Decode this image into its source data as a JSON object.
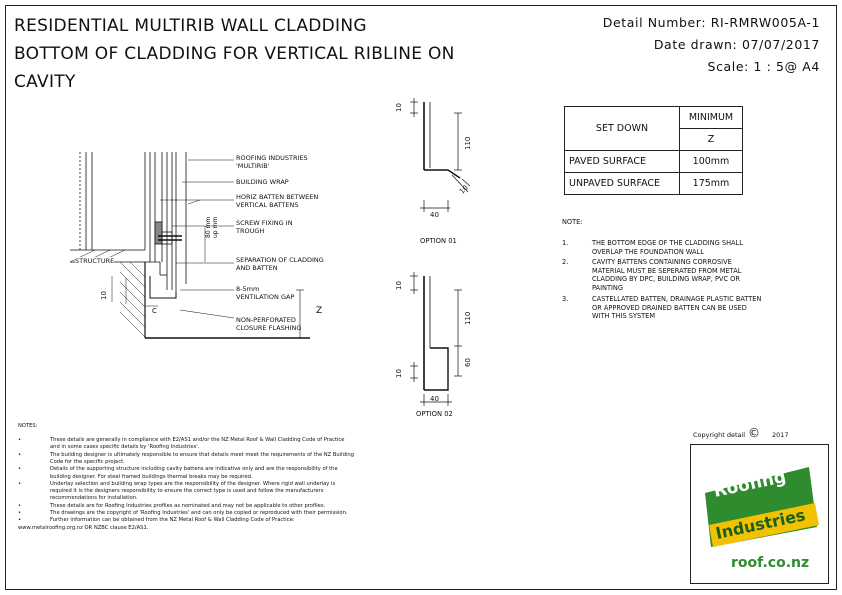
{
  "title": {
    "line1": "RESIDENTIAL MULTIRIB WALL CLADDING",
    "line2": "BOTTOM OF CLADDING FOR VERTICAL RIBLINE ON",
    "line3": "CAVITY"
  },
  "meta": {
    "detail_number": "Detail Number:  RI-RMRW005A-1",
    "date_drawn": "Date drawn:  07/07/2017",
    "scale": "Scale:    1 : 5@ A4"
  },
  "section_labels": {
    "roofing_multirib_1": "ROOFING INDUSTRIES",
    "roofing_multirib_2": "'MULTIRIB'",
    "building_wrap": "BUILDING WRAP",
    "batten_1": "HORIZ BATTEN BETWEEN",
    "batten_2": "VERTICAL BATTENS",
    "screw_1": "SCREW FIXING IN",
    "screw_2": "TROUGH",
    "separation_1": "SEPARATION OF CLADDING",
    "separation_2": "AND BATTEN",
    "vent_1": "8-5mm",
    "vent_2": "VENTILATION GAP",
    "flashing_1": "NON-PERFORATED",
    "flashing_2": "CLOSURE FLASHING",
    "structure": "STRUCTURE",
    "dim_80mm": "80 mm",
    "dim_up": "up mm",
    "dim_z": "Z",
    "dim_10": "10",
    "dim_c": "C"
  },
  "option1": {
    "label": "OPTION 01",
    "dim_top": "10",
    "dim_side": "110",
    "dim_diag": "10",
    "dim_bottom": "40"
  },
  "option2": {
    "label": "OPTION 02",
    "dim_top": "10",
    "dim_side": "110",
    "dim_mid": "60",
    "dim_low": "10",
    "dim_bottom": "40"
  },
  "setdown_table": {
    "header_left": "SET DOWN",
    "header_right": "MINIMUM",
    "header_z": "Z",
    "rows": [
      {
        "label": "PAVED SURFACE",
        "value": "100mm"
      },
      {
        "label": "UNPAVED SURFACE",
        "value": "175mm"
      }
    ]
  },
  "notes_right": {
    "heading": "NOTE:",
    "items": [
      {
        "num": "1.",
        "lines": [
          "THE BOTTOM EDGE OF THE CLADDING SHALL",
          "OVERLAP THE FOUNDATION WALL"
        ]
      },
      {
        "num": "2.",
        "lines": [
          "CAVITY BATTENS CONTAINING CORROSIVE",
          "MATERIAL MUST BE SEPERATED FROM METAL",
          "CLADDING BY DPC, BUILDING WRAP, PVC OR",
          "PAINTING"
        ]
      },
      {
        "num": "3.",
        "lines": [
          "CASTELLATED BATTEN, DRAINAGE PLASTIC BATTEN",
          "OR APPROVED DRAINED BATTEN CAN BE USED",
          "WITH THIS SYSTEM"
        ]
      }
    ]
  },
  "notes_bottom": {
    "heading": "NOTES:",
    "items": [
      {
        "bullet": "•",
        "lines": [
          "These details are generally in compliance with E2/AS1 and/or the NZ Metal Roof & Wall Cladding Code of Practice",
          "and in some cases specific details by 'Roofing Industries'."
        ]
      },
      {
        "bullet": "•",
        "lines": [
          "The building designer is ultimately responsible to ensure that details meet meet the requirements of the NZ Building",
          "Code for the specific project."
        ]
      },
      {
        "bullet": "•",
        "lines": [
          "Details of the supporting structure including cavity battens are indicative only and are the responsibility of the",
          "building designer. For steel framed buildings thermal breaks may be required."
        ]
      },
      {
        "bullet": "•",
        "lines": [
          "Underlay selection and building wrap types are the responsibility of the designer. Where rigid wall underlay is",
          "required it is the designers responsibility to ensure the correct type is used and follow the manufacturers",
          "recommendations for installation."
        ]
      },
      {
        "bullet": "•",
        "lines": [
          "These details are for Roofing Industries profiles as nominated and may not be applicable to other profiles."
        ]
      },
      {
        "bullet": "•",
        "lines": [
          "The drawings are the copyright of 'Roofing Industries' and can only be copied or reproduced with their permission."
        ]
      },
      {
        "bullet": "•",
        "lines": [
          "Further information can be obtained from the NZ Metal Roof & Wall Cladding Code of Practice:",
          "www.metalroofing.org.nz OR NZBC clause E2/AS1."
        ]
      }
    ]
  },
  "copyright": {
    "text": "Copyright detail",
    "symbol": "©",
    "year": "2017"
  },
  "logo": {
    "word1": "Roofing",
    "word2": "Industries",
    "url": "roof.co.nz",
    "green": "#2e8b2e",
    "yellow": "#f2c200"
  }
}
